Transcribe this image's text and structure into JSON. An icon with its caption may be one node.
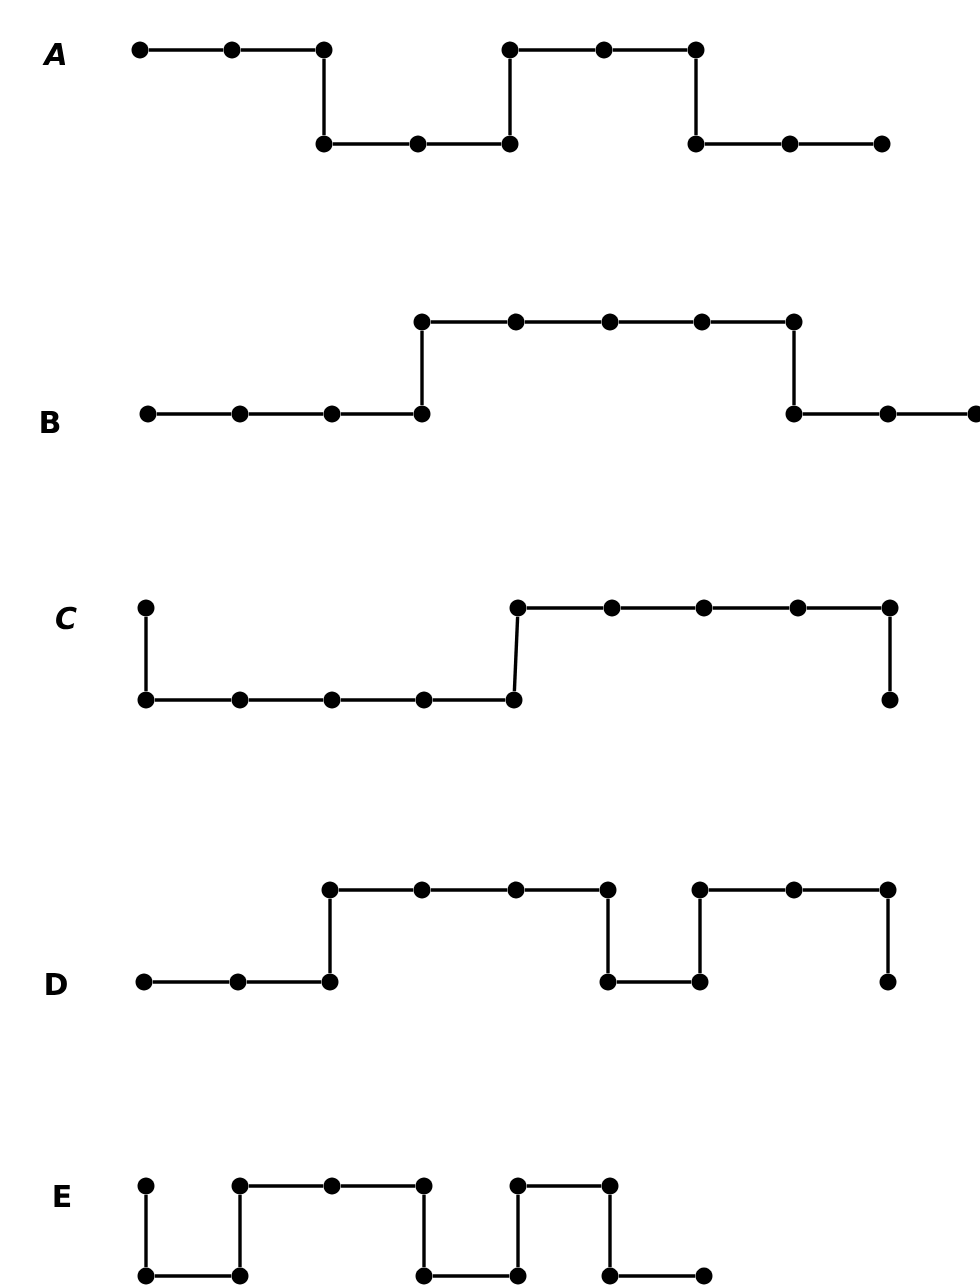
{
  "diagram": {
    "nodes": [
      {
        "text": [],
        "shape": "circle"
      },
      {
        "text": [],
        "shape": "circle"
      },
      {
        "text": [],
        "shape": "circle"
      },
      {
        "text": [],
        "shape": "circle"
      },
      {
        "text": [],
        "shape": "circle"
      },
      {
        "text": [],
        "shape": "circle"
      },
      {
        "text": [],
        "shape": "circle"
      },
      {
        "text": [],
        "shape": "circle"
      },
      {
        "text": [],
        "shape": "circle"
      },
      {
        "text": [],
        "shape": "circle"
      },
      {
        "text": [],
        "shape": "circle"
      },
      {
        "text": [],
        "shape": "circle"
      },
      {
        "text": [],
        "shape": "circle"
      },
      {
        "text": [],
        "shape": "circle"
      },
      {
        "text": [],
        "shape": "circle"
      },
      {
        "text": [],
        "shape": "circle"
      },
      {
        "text": [],
        "shape": "circle"
      },
      {
        "text": [],
        "shape": "circle"
      },
      {
        "text": [],
        "shape": "circle"
      },
      {
        "text": [],
        "shape": "circle"
      },
      {
        "text": [],
        "shape": "circle"
      },
      {
        "text": [],
        "shape": "circle"
      },
      {
        "text": [],
        "shape": "circle"
      },
      {
        "text": [],
        "shape": "circle"
      },
      {
        "text": [],
        "shape": "circle"
      },
      {
        "text": [],
        "shape": "circle"
      },
      {
        "text": [],
        "shape": "circle"
      },
      {
        "text": [],
        "shape": "circle"
      },
      {
        "text": [],
        "shape": "circle"
      },
      {
        "text": [],
        "shape": "circle"
      },
      {
        "text": [],
        "shape": "circle"
      },
      {
        "text": [],
        "shape": "circle"
      },
      {
        "text": [],
        "shape": "circle"
      },
      {
        "text": [],
        "shape": "circle"
      },
      {
        "text": [],
        "shape": "circle"
      },
      {
        "text": [],
        "shape": "circle"
      },
      {
        "text": [],
        "shape": "circle"
      },
      {
        "text": [],
        "shape": "circle"
      },
      {
        "text": [],
        "shape": "circle"
      },
      {
        "text": [],
        "shape": "circle"
      },
      {
        "text": [],
        "shape": "circle"
      },
      {
        "text": [],
        "shape": "circle"
      },
      {
        "text": [],
        "shape": "circle"
      },
      {
        "text": [],
        "shape": "circle"
      },
      {
        "text": [],
        "shape": "circle"
      },
      {
        "text": [],
        "shape": "circle"
      },
      {
        "text": [],
        "shape": "circle"
      },
      {
        "text": [],
        "shape": "circle"
      },
      {
        "text": [],
        "shape": "circle"
      },
      {
        "text": [],
        "shape": "circle"
      },
      {
        "text": [],
        "shape": "circle"
      },
      {
        "text": [],
        "shape": "circle"
      },
      {
        "text": [],
        "shape": "circle"
      },
      {
        "text": [],
        "shape": "circle"
      },
      {
        "text": [],
        "shape": "circle"
      },
      {
        "text": [],
        "shape": "circle"
      },
      {
        "text": [],
        "shape": "circle"
      },
      {
        "text": [],
        "shape": "circle"
      },
      {
        "text": [],
        "shape": "circle"
      },
      {
        "text": [],
        "shape": "circle"
      },
      {
        "text": [],
        "shape": "circle"
      }
    ],
    "edges": [
      {
        "from": 0,
        "to": 1,
        "arrow": "none"
      },
      {
        "from": 1,
        "to": 2,
        "arrow": "none"
      },
      {
        "from": 2,
        "to": 3,
        "arrow": "none"
      },
      {
        "from": 3,
        "to": 4,
        "arrow": "none"
      },
      {
        "from": 4,
        "to": 5,
        "arrow": "none"
      },
      {
        "from": 5,
        "to": 6,
        "arrow": "none"
      },
      {
        "from": 6,
        "to": 7,
        "arrow": "none"
      },
      {
        "from": 7,
        "to": 8,
        "arrow": "none"
      },
      {
        "from": 8,
        "to": 9,
        "arrow": "none"
      },
      {
        "from": 9,
        "to": 10,
        "arrow": "none"
      },
      {
        "from": 10,
        "to": 11,
        "arrow": "none"
      },
      {
        "from": 12,
        "to": 13,
        "arrow": "none"
      },
      {
        "from": 13,
        "to": 14,
        "arrow": "none"
      },
      {
        "from": 14,
        "to": 15,
        "arrow": "none"
      },
      {
        "from": 15,
        "to": 16,
        "arrow": "none"
      },
      {
        "from": 16,
        "to": 17,
        "arrow": "none"
      },
      {
        "from": 17,
        "to": 18,
        "arrow": "none"
      },
      {
        "from": 18,
        "to": 19,
        "arrow": "none"
      },
      {
        "from": 19,
        "to": 20,
        "arrow": "none"
      },
      {
        "from": 20,
        "to": 21,
        "arrow": "none"
      },
      {
        "from": 21,
        "to": 22,
        "arrow": "none"
      },
      {
        "from": 22,
        "to": 23,
        "arrow": "none"
      },
      {
        "from": 24,
        "to": 25,
        "arrow": "none"
      },
      {
        "from": 25,
        "to": 26,
        "arrow": "none"
      },
      {
        "from": 26,
        "to": 27,
        "arrow": "none"
      },
      {
        "from": 27,
        "to": 28,
        "arrow": "none"
      },
      {
        "from": 28,
        "to": 29,
        "arrow": "none"
      },
      {
        "from": 29,
        "to": 30,
        "arrow": "none"
      },
      {
        "from": 30,
        "to": 31,
        "arrow": "none"
      },
      {
        "from": 31,
        "to": 32,
        "arrow": "none"
      },
      {
        "from": 32,
        "to": 33,
        "arrow": "none"
      },
      {
        "from": 33,
        "to": 34,
        "arrow": "none"
      },
      {
        "from": 34,
        "to": 35,
        "arrow": "none"
      },
      {
        "from": 36,
        "to": 37,
        "arrow": "none"
      },
      {
        "from": 37,
        "to": 38,
        "arrow": "none"
      },
      {
        "from": 38,
        "to": 39,
        "arrow": "none"
      },
      {
        "from": 39,
        "to": 40,
        "arrow": "none"
      },
      {
        "from": 40,
        "to": 41,
        "arrow": "none"
      },
      {
        "from": 41,
        "to": 42,
        "arrow": "none"
      },
      {
        "from": 42,
        "to": 43,
        "arrow": "none"
      },
      {
        "from": 43,
        "to": 44,
        "arrow": "none"
      },
      {
        "from": 44,
        "to": 45,
        "arrow": "none"
      },
      {
        "from": 45,
        "to": 46,
        "arrow": "none"
      },
      {
        "from": 46,
        "to": 47,
        "arrow": "none"
      },
      {
        "from": 47,
        "to": 48,
        "arrow": "none"
      },
      {
        "from": 49,
        "to": 50,
        "arrow": "none"
      },
      {
        "from": 50,
        "to": 51,
        "arrow": "none"
      },
      {
        "from": 51,
        "to": 52,
        "arrow": "none"
      },
      {
        "from": 52,
        "to": 53,
        "arrow": "none"
      },
      {
        "from": 53,
        "to": 54,
        "arrow": "none"
      },
      {
        "from": 54,
        "to": 55,
        "arrow": "none"
      },
      {
        "from": 55,
        "to": 56,
        "arrow": "none"
      },
      {
        "from": 56,
        "to": 57,
        "arrow": "none"
      },
      {
        "from": 57,
        "to": 58,
        "arrow": "none"
      },
      {
        "from": 58,
        "to": 59,
        "arrow": "none"
      },
      {
        "from": 59,
        "to": 60,
        "arrow": "none"
      }
    ],
    "labels": [
      "A",
      "B",
      "C",
      "D",
      "E"
    ]
  }
}
